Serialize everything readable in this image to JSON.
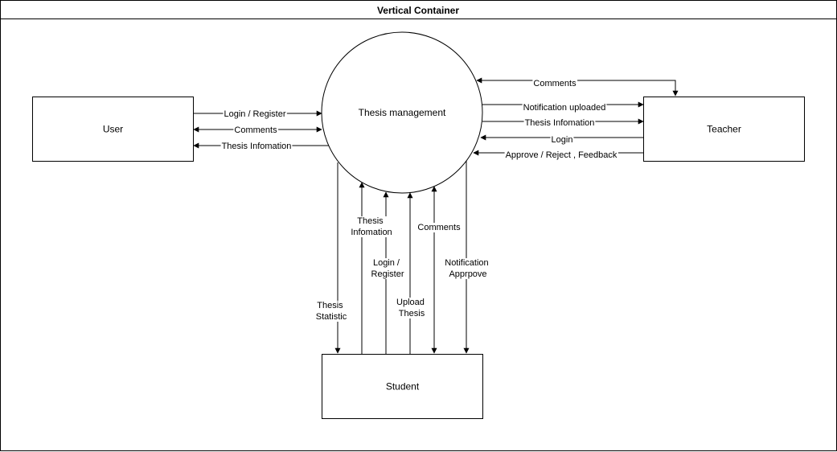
{
  "container": {
    "title": "Vertical Container"
  },
  "nodes": {
    "process": "Thesis management",
    "user": "User",
    "teacher": "Teacher",
    "student": "Student"
  },
  "flows": {
    "user_login": "Login / Register",
    "user_comments": "Comments",
    "user_thesis_info": "Thesis Infomation",
    "teacher_comments": "Comments",
    "teacher_notification": "Notification uploaded",
    "teacher_thesis_info": "Thesis Infomation",
    "teacher_login": "Login",
    "teacher_approve": "Approve / Reject , Feedback",
    "student_statistic": [
      "Thesis",
      "Statistic"
    ],
    "student_thesis_info": [
      "Thesis",
      "Infomation"
    ],
    "student_login": [
      "Login /",
      "Register"
    ],
    "student_upload": [
      "Upload",
      "Thesis"
    ],
    "student_comments": "Comments",
    "student_notification": [
      "Notification",
      "Apprpove"
    ]
  }
}
